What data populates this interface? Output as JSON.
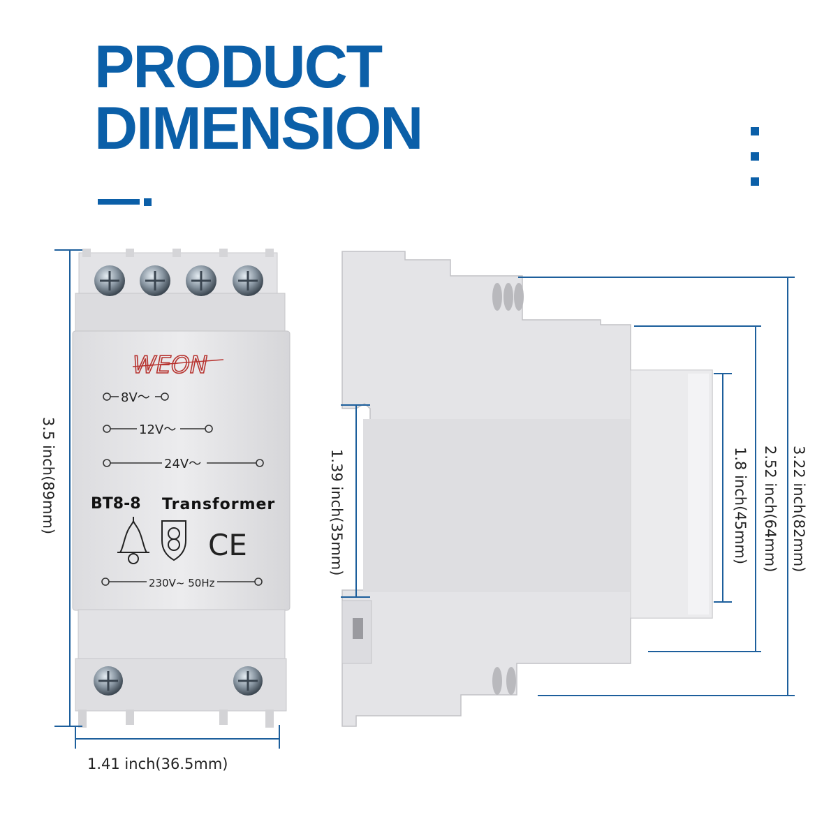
{
  "title": {
    "line1": "PRODUCT",
    "line2": "DIMENSION"
  },
  "front_device": {
    "brand": "WEON",
    "outputs": [
      "8V～",
      "12V～",
      "24V～"
    ],
    "model": "BT8-8",
    "type": "Transformer",
    "input": "230V~ 50Hz",
    "icons": [
      "bell-icon",
      "safety-transformer-icon",
      "ce-mark-icon"
    ]
  },
  "dimensions": {
    "front_height": "3.5 inch(89mm)",
    "front_width": "1.41 inch(36.5mm)",
    "side_rail": "1.39 inch(35mm)",
    "side_front_face": "1.8 inch(45mm)",
    "side_mid_body": "2.52 inch(64mm)",
    "side_total_depth": "3.22 inch(82mm)"
  },
  "colors": {
    "accent": "#0b5fa8",
    "device_body": "#e6e6e8",
    "brand_red": "#b7332f"
  }
}
